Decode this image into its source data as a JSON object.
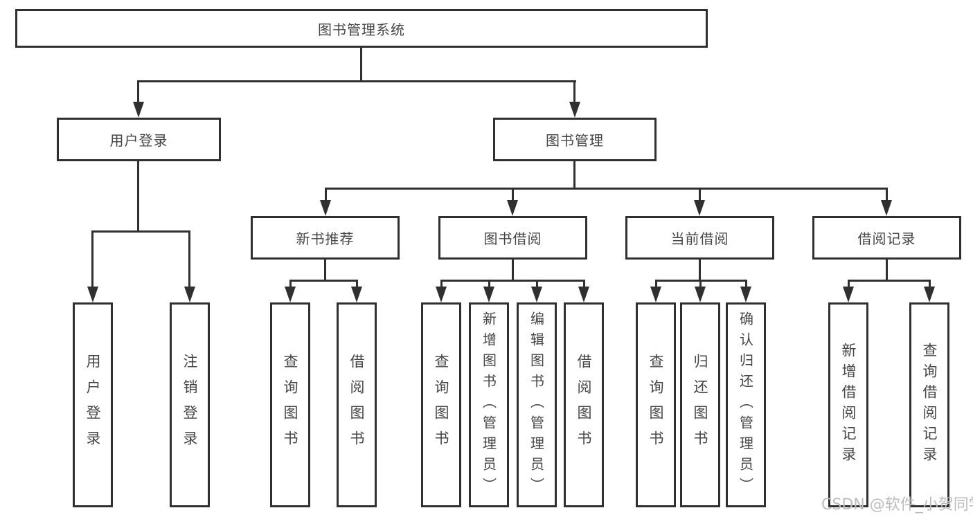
{
  "tree": {
    "root": {
      "label": "图书管理系统"
    },
    "level2": {
      "user_login": {
        "label": "用户登录"
      },
      "book_management": {
        "label": "图书管理"
      }
    },
    "level3": {
      "new_book_recommend": {
        "label": "新书推荐"
      },
      "book_borrow": {
        "label": "图书借阅"
      },
      "current_borrow": {
        "label": "当前借阅"
      },
      "borrow_record": {
        "label": "借阅记录"
      }
    },
    "leaves": {
      "user_login": [
        "用户登录",
        "注销登录"
      ],
      "new_book_recommend": [
        "查询图书",
        "借阅图书"
      ],
      "book_borrow": [
        "查询图书",
        "新增图书（管理员）",
        "编辑图书（管理员）",
        "借阅图书"
      ],
      "current_borrow": [
        "查询图书",
        "归还图书",
        "确认归还（管理员）"
      ],
      "borrow_record": [
        "新增借阅记录",
        "查询借阅记录"
      ]
    }
  },
  "watermark": {
    "text": "CSDN @软件_小贺同学"
  },
  "colors": {
    "line": "#303030",
    "text": "#454545",
    "background": "#ffffff",
    "watermark": "#bdbdbd"
  }
}
